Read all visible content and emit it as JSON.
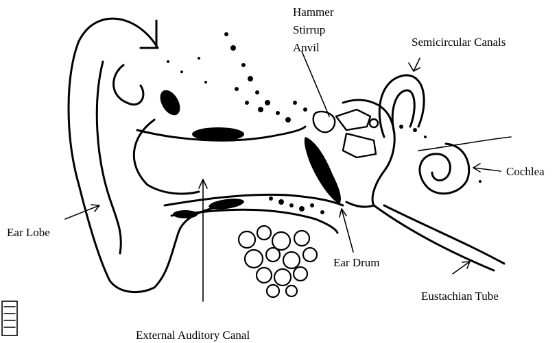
{
  "labels": {
    "hammer": "Hammer",
    "stirrup": "Stirrup",
    "anvil": "Anvil",
    "semicircular_canals": "Semicircular Canals",
    "cochlea": "Cochlea",
    "ear_lobe": "Ear Lobe",
    "ear_drum": "Ear Drum",
    "eustachian_tube": "Eustachian Tube",
    "external_auditory_canal": "External Auditory Canal"
  },
  "colors": {
    "ink": "#000000",
    "paper": "#ffffff"
  }
}
